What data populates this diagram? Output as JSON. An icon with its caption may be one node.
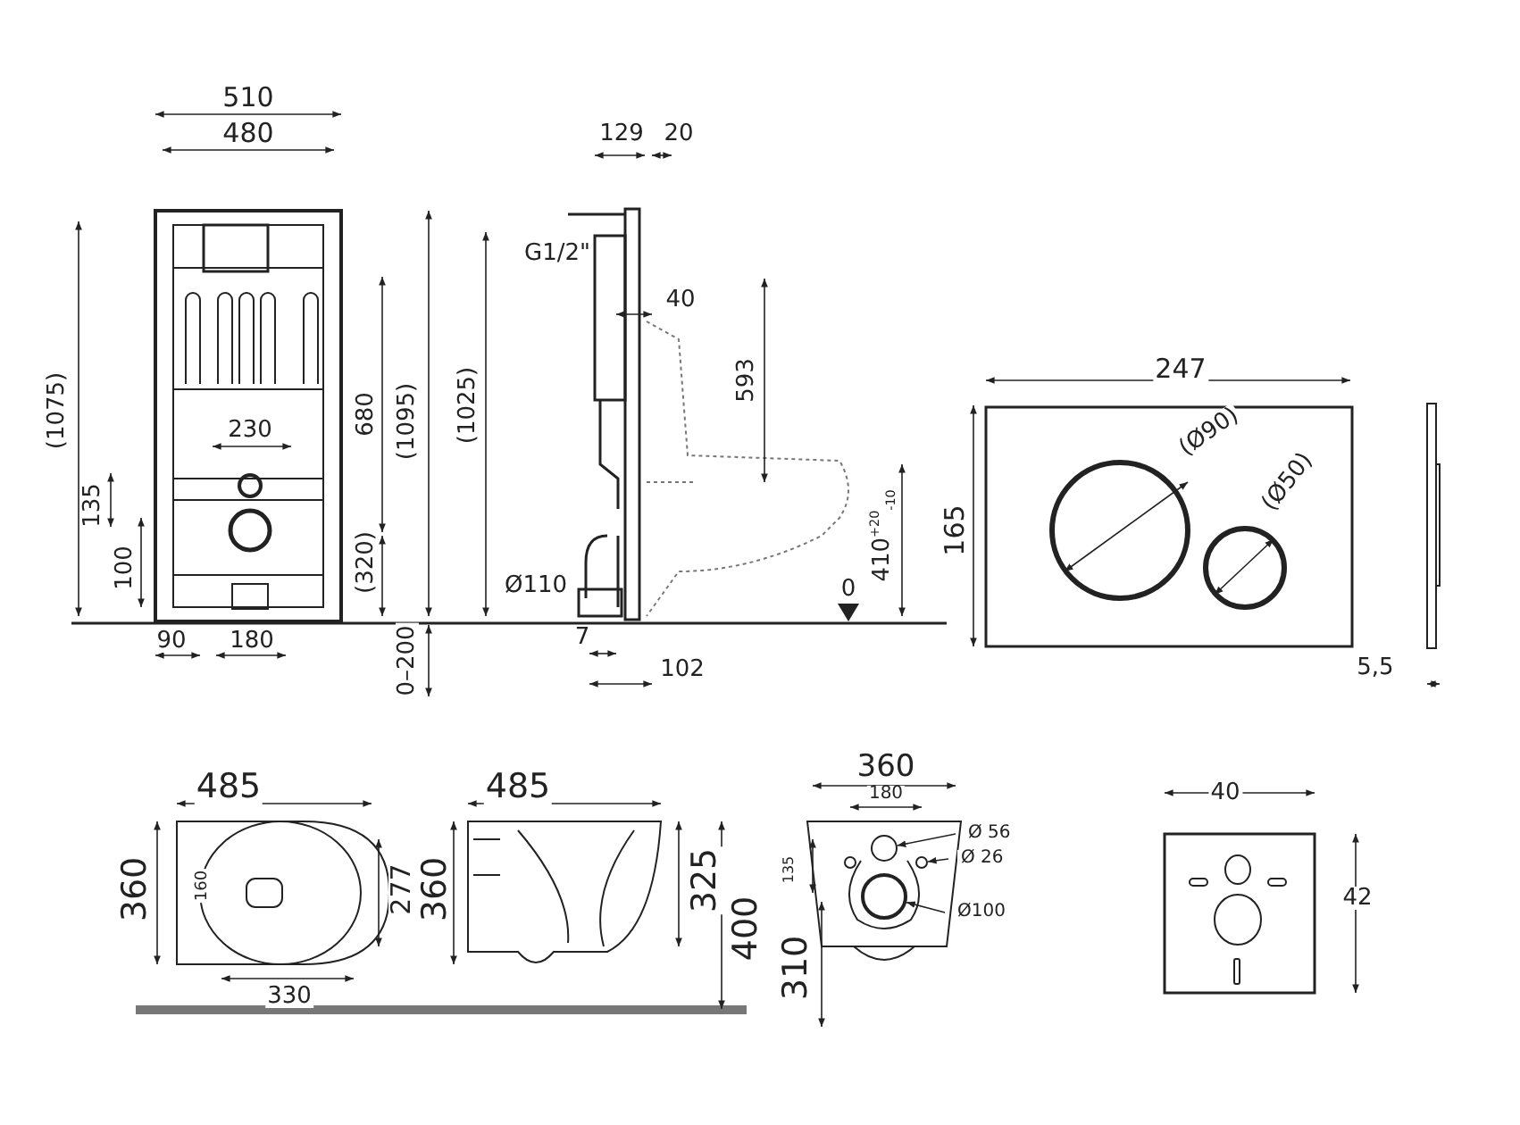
{
  "diagram": {
    "nodes": [
      {
        "text": [
          "Ø 56"
        ]
      },
      {
        "text": [
          "Ø 26"
        ]
      },
      {
        "text": [
          "Ø100"
        ]
      },
      {
        "text": [],
        "shape": "circle"
      },
      {
        "text": [],
        "shape": "circle"
      },
      {
        "text": [],
        "shape": "circle"
      }
    ],
    "edges": [
      {
        "from": 0,
        "to": 3,
        "arrow": "to"
      },
      {
        "from": 1,
        "to": 4,
        "arrow": "to"
      },
      {
        "from": 2,
        "to": 5,
        "arrow": "to"
      }
    ],
    "labels": [
      "510",
      "480",
      "129",
      "20",
      "G1/2\"",
      "40",
      "247",
      "(1075)",
      "680",
      "(1095)",
      "(1025)",
      "593",
      "230",
      "(Ø90)",
      "135",
      "100",
      "(320)",
      "Ø110",
      "0",
      "410$^{+20}$$_{-10}$",
      "165",
      "(Ø50)",
      "90",
      "180",
      "0–200",
      "7",
      "102",
      "5,5",
      "485",
      "485",
      "360",
      "180",
      "40",
      "360",
      "160",
      "277",
      "360",
      "325",
      "400",
      "135",
      "310",
      "42",
      "330"
    ]
  }
}
